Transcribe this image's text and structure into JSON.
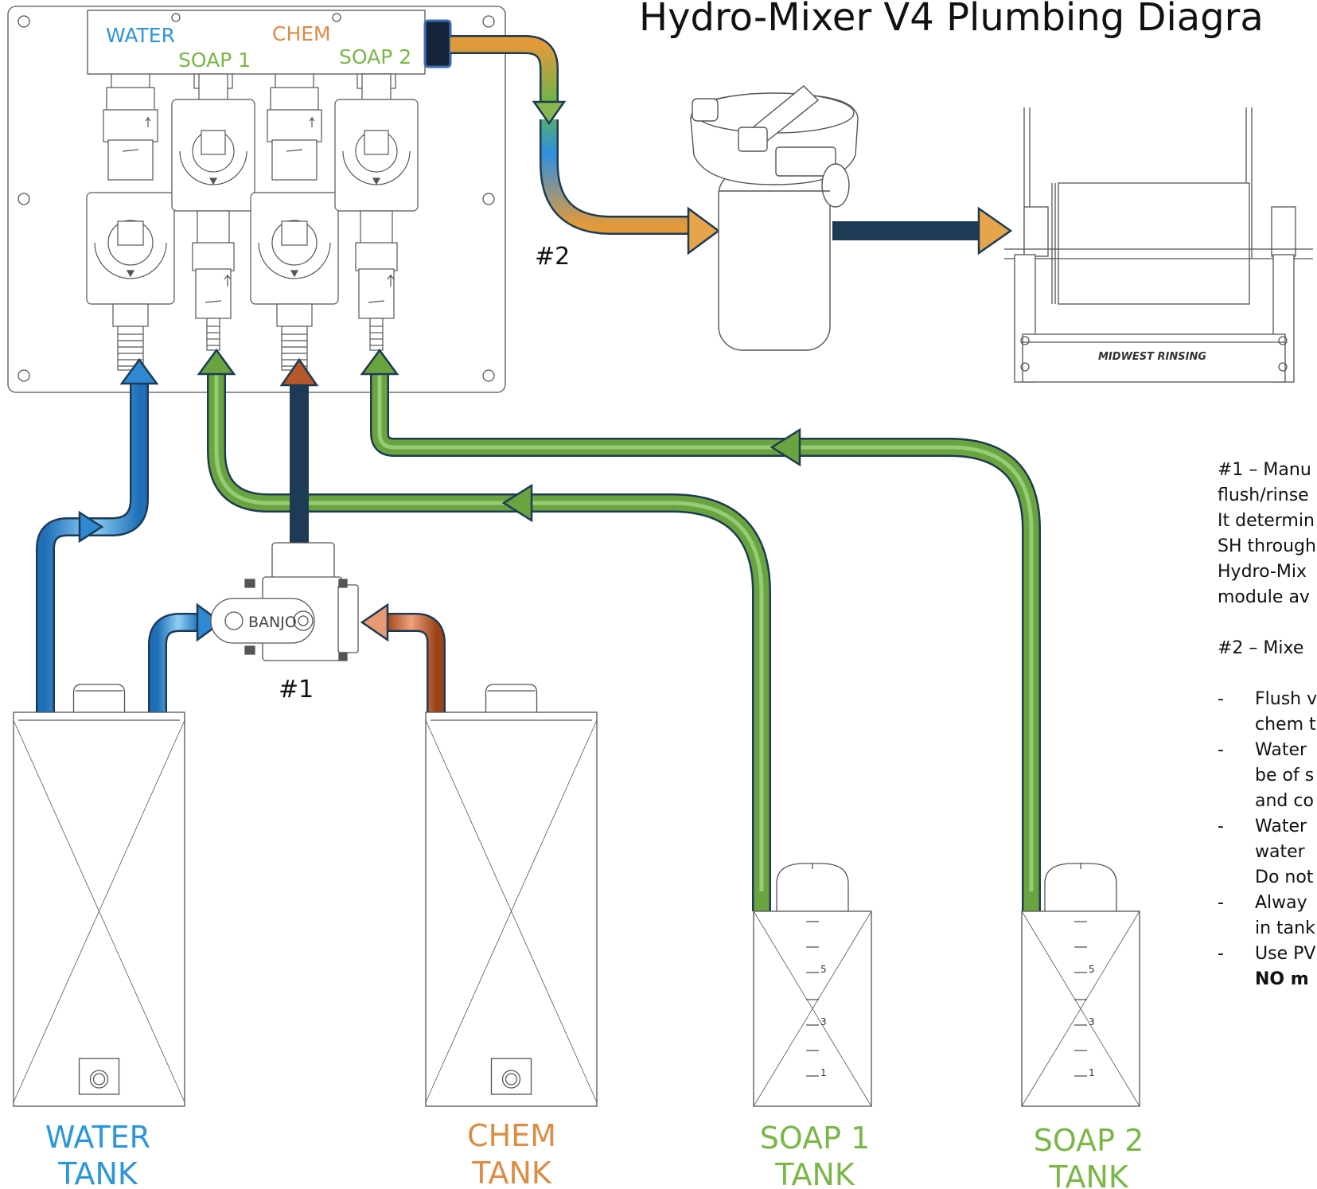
{
  "title": "Hydro-Mixer V4 Plumbing Diagra",
  "colors": {
    "water": "#2e89d3",
    "water_light": "#7fc3f1",
    "chem": "#b8582a",
    "chem_light": "#e59a73",
    "soap": "#5f9a3a",
    "soap_light": "#a6d98b",
    "label_water": "#2d95d8",
    "label_chem": "#d98d45",
    "label_soap": "#7ab648",
    "outline": "#1d3b55",
    "line": "#555555"
  },
  "manifold": {
    "water": "WATER",
    "chem": "CHEM",
    "soap1": "SOAP 1",
    "soap2": "SOAP 2"
  },
  "markers": {
    "one": "#1",
    "two": "#2"
  },
  "valve_brand": "BANJO",
  "reel_brand": "MIDWEST RINSING",
  "graduations": [
    "5",
    "3",
    "1"
  ],
  "tanks": [
    {
      "line1": "WATER",
      "line2": "TANK"
    },
    {
      "line1": "CHEM",
      "line2": "TANK"
    },
    {
      "line1": "SOAP 1",
      "line2": "TANK"
    },
    {
      "line1": "SOAP 2",
      "line2": "TANK"
    }
  ],
  "notes": {
    "n1_l1": "#1 – Manu",
    "n1_l2": "flush/rinse",
    "n1_l3": "It determin",
    "n1_l4": "SH through",
    "n1_l5": "Hydro-Mix",
    "n1_l6": "module av",
    "n2": "#2 – Mixe",
    "bullets": [
      [
        "Flush v",
        "chem t"
      ],
      [
        "Water",
        "be of s",
        "and co"
      ],
      [
        "Water",
        "water",
        "Do not"
      ],
      [
        "Alway",
        "in tank"
      ],
      [
        "Use PV",
        "NO m"
      ]
    ]
  }
}
